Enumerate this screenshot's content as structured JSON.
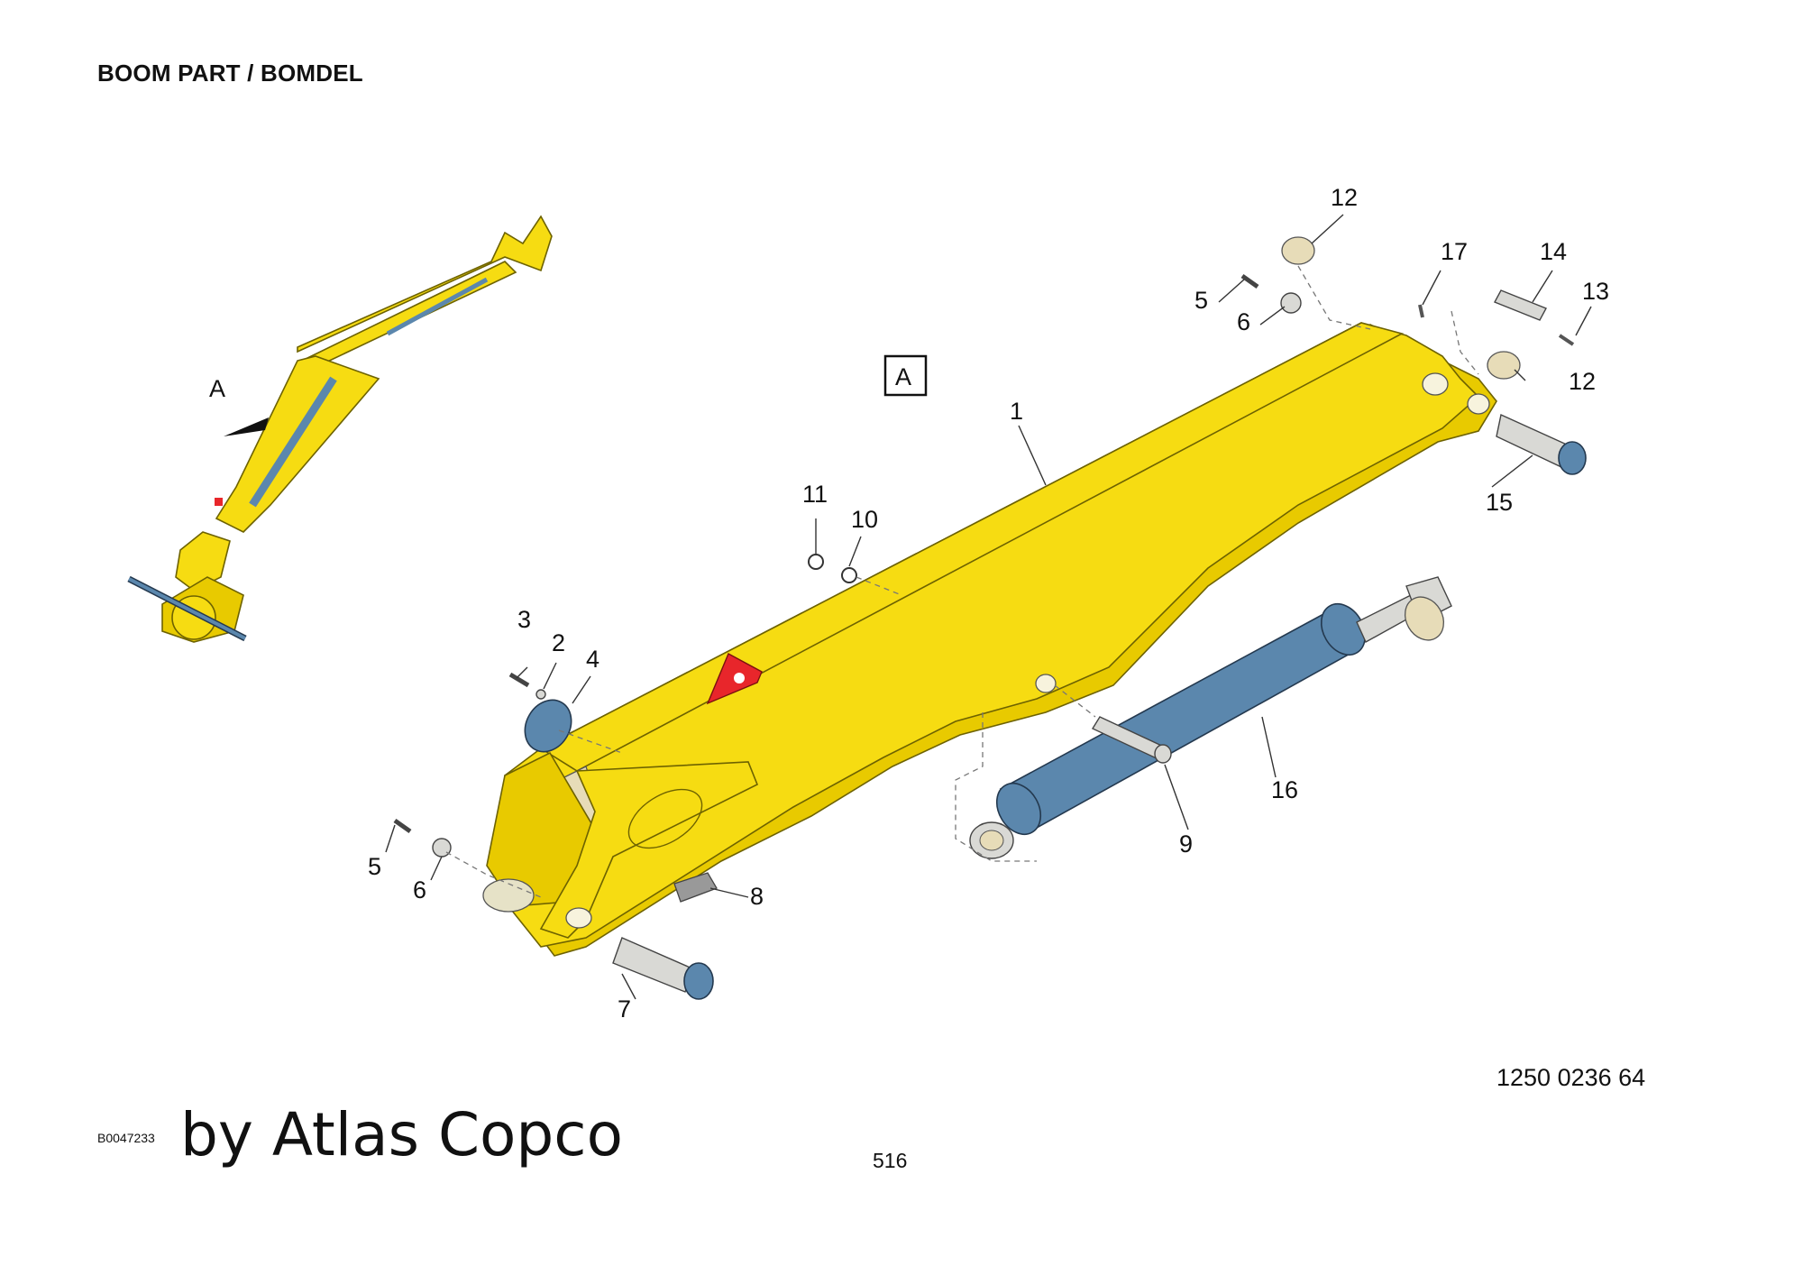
{
  "header": {
    "title": "BOOM PART / BOMDEL"
  },
  "footer": {
    "document_number": "1250 0236 64",
    "page_number": "516",
    "image_id": "B0047233",
    "brand": "by Atlas Copco"
  },
  "diagram": {
    "view_marker": "A",
    "overview_marker": "A",
    "callouts": [
      {
        "id": "c1",
        "label": "1"
      },
      {
        "id": "c2",
        "label": "2"
      },
      {
        "id": "c3",
        "label": "3"
      },
      {
        "id": "c4",
        "label": "4"
      },
      {
        "id": "c5a",
        "label": "5"
      },
      {
        "id": "c5b",
        "label": "5"
      },
      {
        "id": "c6a",
        "label": "6"
      },
      {
        "id": "c6b",
        "label": "6"
      },
      {
        "id": "c7",
        "label": "7"
      },
      {
        "id": "c8",
        "label": "8"
      },
      {
        "id": "c9",
        "label": "9"
      },
      {
        "id": "c10",
        "label": "10"
      },
      {
        "id": "c11",
        "label": "11"
      },
      {
        "id": "c12a",
        "label": "12"
      },
      {
        "id": "c12b",
        "label": "12"
      },
      {
        "id": "c13",
        "label": "13"
      },
      {
        "id": "c14",
        "label": "14"
      },
      {
        "id": "c15",
        "label": "15"
      },
      {
        "id": "c16",
        "label": "16"
      },
      {
        "id": "c17",
        "label": "17"
      }
    ],
    "colors": {
      "boom": "#f6dc12",
      "cylinder": "#5b87ad",
      "lifting_eye": "#e8262b",
      "bushing": "#e7dcb8",
      "hardware": "#d9d9d5"
    }
  }
}
